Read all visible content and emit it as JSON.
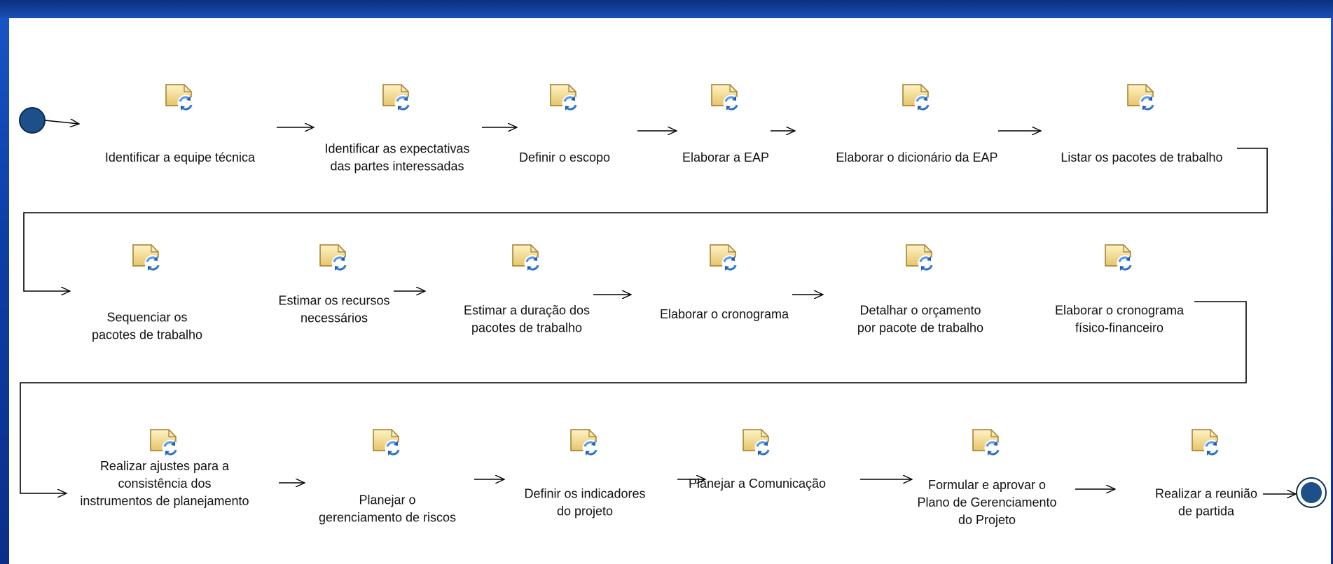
{
  "rows": [
    {
      "activities": [
        {
          "lines": [
            "Identificar a equipe técnica"
          ]
        },
        {
          "lines": [
            "Identificar as expectativas",
            "das partes interessadas"
          ]
        },
        {
          "lines": [
            "Definir o escopo"
          ]
        },
        {
          "lines": [
            "Elaborar a EAP"
          ]
        },
        {
          "lines": [
            "Elaborar o dicionário da EAP"
          ]
        },
        {
          "lines": [
            "Listar os pacotes de trabalho"
          ]
        }
      ]
    },
    {
      "activities": [
        {
          "lines": [
            "Sequenciar os",
            "pacotes de trabalho"
          ]
        },
        {
          "lines": [
            "Estimar os recursos",
            "necessários"
          ]
        },
        {
          "lines": [
            "Estimar a duração dos",
            "pacotes de trabalho"
          ]
        },
        {
          "lines": [
            "Elaborar o cronograma"
          ]
        },
        {
          "lines": [
            "Detalhar o orçamento",
            "por pacote de trabalho"
          ]
        },
        {
          "lines": [
            "Elaborar o cronograma",
            "físico-financeiro"
          ]
        }
      ]
    },
    {
      "activities": [
        {
          "lines": [
            "Realizar ajustes para a",
            "consistência dos",
            "instrumentos de planejamento"
          ]
        },
        {
          "lines": [
            "Planejar o",
            "gerenciamento de riscos"
          ]
        },
        {
          "lines": [
            "Definir os indicadores",
            "do projeto"
          ]
        },
        {
          "lines": [
            "Planejar a Comunicação"
          ]
        },
        {
          "lines": [
            "Formular e aprovar o",
            "Plano de Gerenciamento",
            "do Projeto"
          ]
        },
        {
          "lines": [
            "Realizar a reunião",
            "de partida"
          ]
        }
      ]
    }
  ],
  "icon": "activity-icon"
}
